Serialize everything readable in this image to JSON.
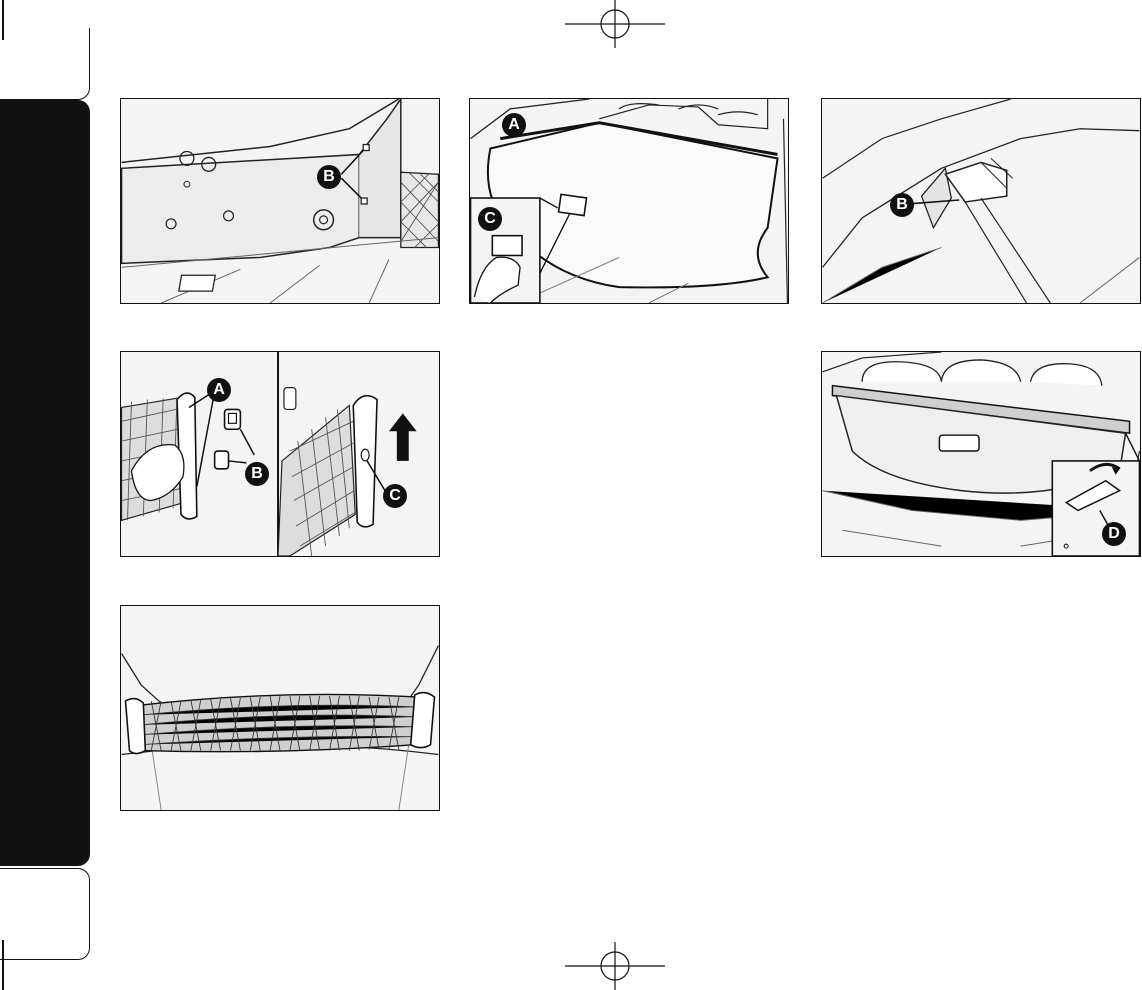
{
  "page": {
    "figures": [
      {
        "id": "fig-1",
        "labels": [
          "B"
        ]
      },
      {
        "id": "fig-2",
        "labels": [
          "A",
          "C"
        ]
      },
      {
        "id": "fig-3",
        "labels": [
          "B"
        ]
      },
      {
        "id": "fig-4",
        "labels": [
          "A",
          "B",
          "C"
        ]
      },
      {
        "id": "fig-5",
        "labels": [
          "D"
        ]
      },
      {
        "id": "fig-6",
        "labels": []
      }
    ]
  },
  "colors": {
    "band": "#111111",
    "figure_bg": "#f4f4f4",
    "line": "#222222"
  }
}
